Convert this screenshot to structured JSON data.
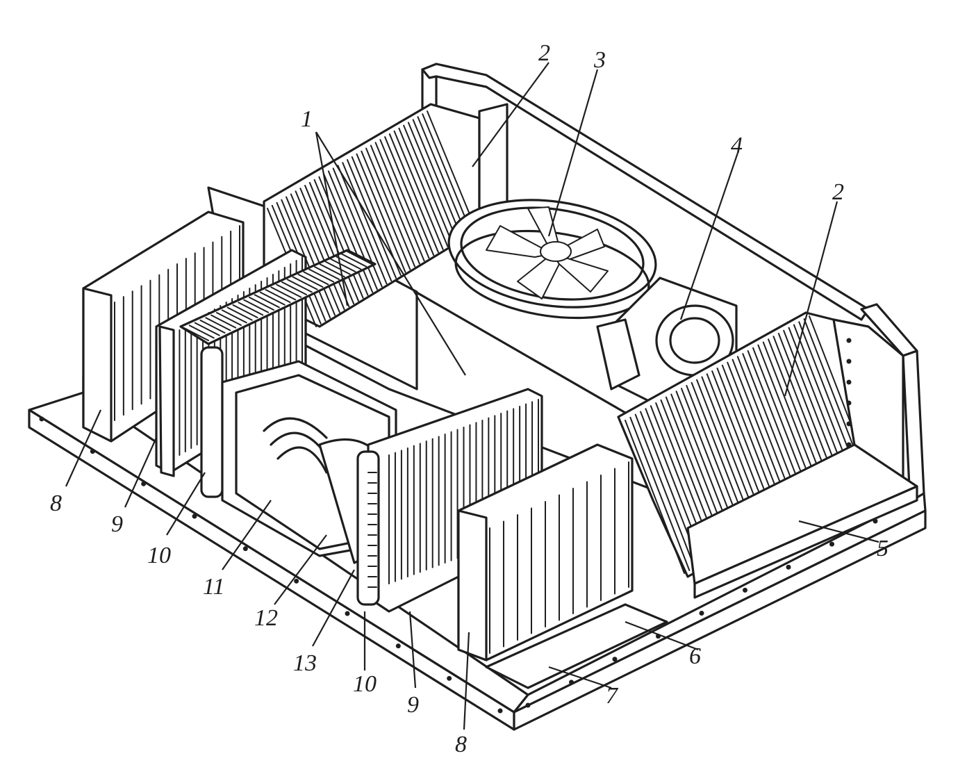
{
  "labels": [
    {
      "key": "l1",
      "text": "1"
    },
    {
      "key": "l2a",
      "text": "2"
    },
    {
      "key": "l2b",
      "text": "2"
    },
    {
      "key": "l3",
      "text": "3"
    },
    {
      "key": "l4",
      "text": "4"
    },
    {
      "key": "l5",
      "text": "5"
    },
    {
      "key": "l6",
      "text": "6"
    },
    {
      "key": "l7",
      "text": "7"
    },
    {
      "key": "l8a",
      "text": "8"
    },
    {
      "key": "l8b",
      "text": "8"
    },
    {
      "key": "l9a",
      "text": "9"
    },
    {
      "key": "l9b",
      "text": "9"
    },
    {
      "key": "l10a",
      "text": "10"
    },
    {
      "key": "l10b",
      "text": "10"
    },
    {
      "key": "l11",
      "text": "11"
    },
    {
      "key": "l12",
      "text": "12"
    },
    {
      "key": "l13",
      "text": "13"
    }
  ]
}
